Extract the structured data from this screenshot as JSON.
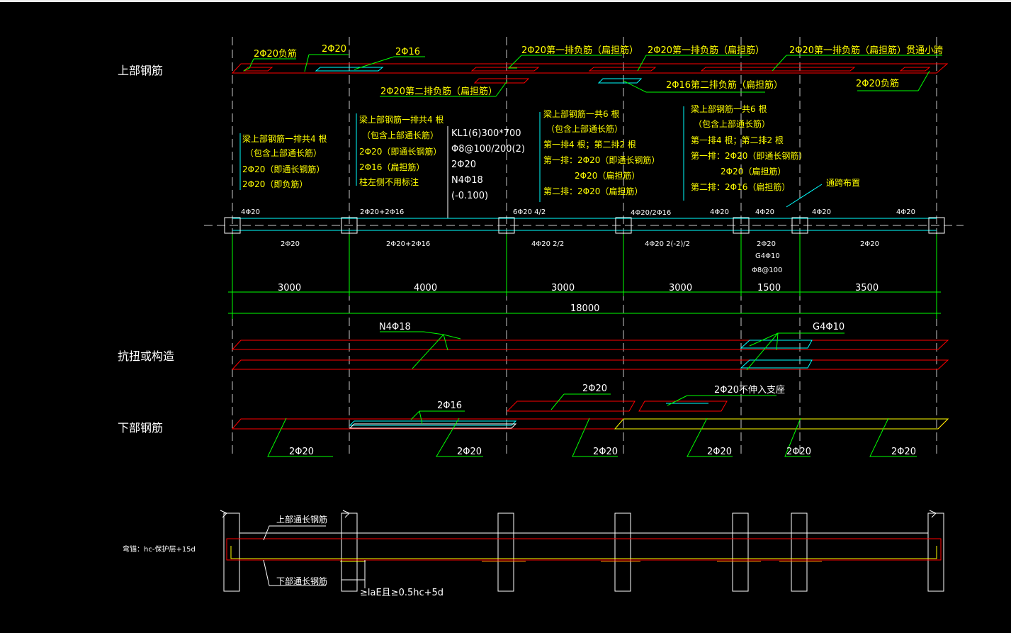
{
  "colors": {
    "background": "#000000",
    "red": "#ff0000",
    "yellow": "#ffff00",
    "cyan": "#00ffff",
    "green": "#00ff00",
    "white": "#ffffff"
  },
  "sections": {
    "top": "上部钢筋",
    "torsion": "抗扭或构造",
    "bottom": "下部钢筋"
  },
  "top_labels": {
    "neg_2d20": "2Φ20负筋",
    "d2_20": "2Φ20",
    "d2_16": "2Φ16",
    "first_row_neg": "2Φ20第一排负筋（扁担筋）",
    "first_row_neg_b": "2Φ20第一排负筋（扁担筋）",
    "first_row_neg_through": "2Φ20第一排负筋（扁担筋）贯通小跨",
    "second_row_neg_20": "2Φ20第二排负筋（扁担筋）",
    "second_row_neg_16": "2Φ16第二排负筋（扁担筋）",
    "neg_right": "2Φ20负筋"
  },
  "notes": {
    "n1": [
      "梁上部钢筋一排共4 根",
      "（包含上部通长筋）",
      "2Φ20（即通长钢筋）",
      "2Φ20（即负筋）"
    ],
    "n2": [
      "梁上部钢筋一排共4 根",
      "（包含上部通长筋）",
      "2Φ20（即通长钢筋）",
      "2Φ16（扁担筋）",
      "柱左侧不用标注"
    ],
    "n3": [
      "KL1(6)300*700",
      "Φ8@100/200(2)",
      "2Φ20",
      "N4Φ18",
      "(-0.100)"
    ],
    "n4": [
      "梁上部钢筋一共6 根",
      "（包含上部通长筋）",
      "第一排4 根；第二排2 根",
      "第一排：2Φ20（即通长钢筋）",
      "2Φ20（扁担筋）",
      "第二排：2Φ20（扁担筋）"
    ],
    "n5": [
      "梁上部钢筋一共6 根",
      "（包含上部通长筋）",
      "第一排4 根；第二排2 根",
      "第一排：2Φ20（即通长钢筋）",
      "2Φ20（扁担筋）",
      "第二排：2Φ16（扁担筋）"
    ],
    "n6": "通跨布置"
  },
  "beam": {
    "top_annotations": [
      "4Φ20",
      "2Φ20+2Φ16",
      "6Φ20 4/2",
      "4Φ20/2Φ16",
      "4Φ20",
      "4Φ20",
      "4Φ20",
      "4Φ20"
    ],
    "bottom_annotations": [
      "2Φ20",
      "2Φ20+2Φ16",
      "4Φ20 2/2",
      "4Φ20 2(-2)/2",
      "2Φ20",
      "2Φ20"
    ],
    "short_span_extra": [
      "G4Φ10",
      "Φ8@100"
    ],
    "spans": [
      "3000",
      "4000",
      "3000",
      "3000",
      "1500",
      "3500"
    ],
    "total": "18000"
  },
  "torsion_labels": {
    "n4": "N4Φ18",
    "g4": "G4Φ10"
  },
  "bottom_labels": {
    "d2_16": "2Φ16",
    "d2_20": "2Φ20",
    "no_support": "2Φ20不伸入支座",
    "bars": [
      "2Φ20",
      "2Φ20",
      "2Φ20",
      "2Φ20",
      "2Φ20",
      "2Φ20"
    ]
  },
  "elevation": {
    "top_through": "上部通长钢筋",
    "bottom_through": "下部通长钢筋",
    "end_anchor": "弯锚：hc-保护层+15d",
    "anchor_rule": "≥laE且≥0.5hc+5d"
  }
}
